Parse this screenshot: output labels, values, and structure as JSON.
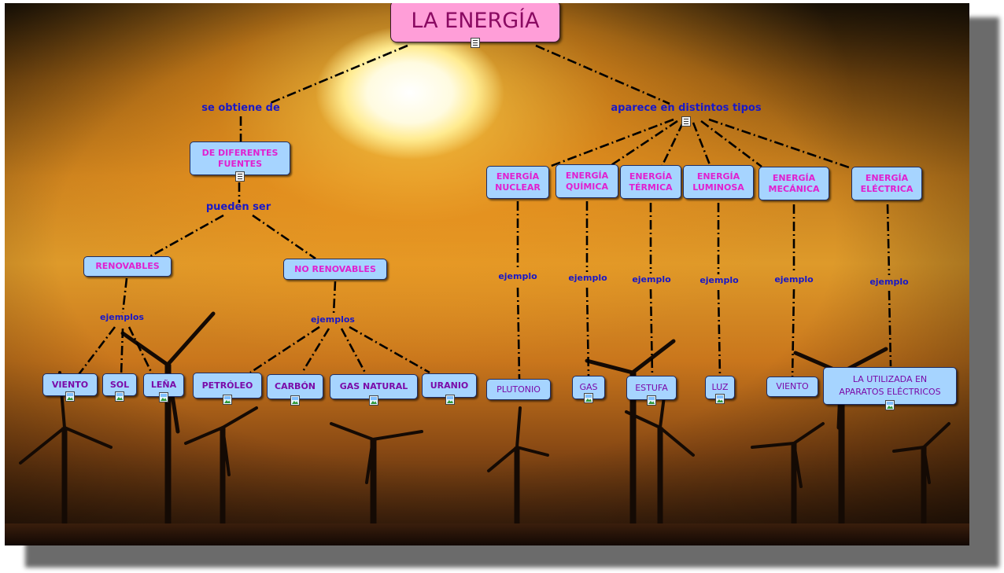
{
  "title": "LA ENERGÍA",
  "links": {
    "se_obtiene_de": "se obtiene de",
    "aparece_en_distintos_tipos": "aparece en distintos tipos",
    "pueden_ser": "pueden ser",
    "ejemplos": "ejemplos",
    "ejemplo": "ejemplo"
  },
  "fuentes": {
    "label": "DE DIFERENTES\nFUENTES",
    "renovables": {
      "label": "RENOVABLES",
      "examples": [
        "VIENTO",
        "SOL",
        "LEÑA"
      ]
    },
    "no_renovables": {
      "label": "NO RENOVABLES",
      "examples": [
        "PETRÓLEO",
        "CARBÓN",
        "GAS NATURAL",
        "URANIO"
      ]
    }
  },
  "tipos": [
    {
      "label": "ENERGÍA\nNUCLEAR",
      "example": "PLUTONIO"
    },
    {
      "label": "ENERGÍA\nQUÍMICA",
      "example": "GAS"
    },
    {
      "label": "ENERGÍA\nTÉRMICA",
      "example": "ESTUFA"
    },
    {
      "label": "ENERGÍA\nLUMINOSA",
      "example": "LUZ"
    },
    {
      "label": "ENERGÍA\nMECÁNICA",
      "example": "VIENTO"
    },
    {
      "label": "ENERGÍA\nELÉCTRICA",
      "example": "LA UTILIZADA EN\nAPARATOS ELÉCTRICOS"
    }
  ],
  "icons": {
    "document": "document-icon",
    "image": "image-icon"
  },
  "colors": {
    "title_bg": "#ff9ed8",
    "node_bg": "#a6d4ff",
    "concept_text": "#e020d0",
    "example_text": "#7a0aa8",
    "link_text": "#1818c8"
  }
}
